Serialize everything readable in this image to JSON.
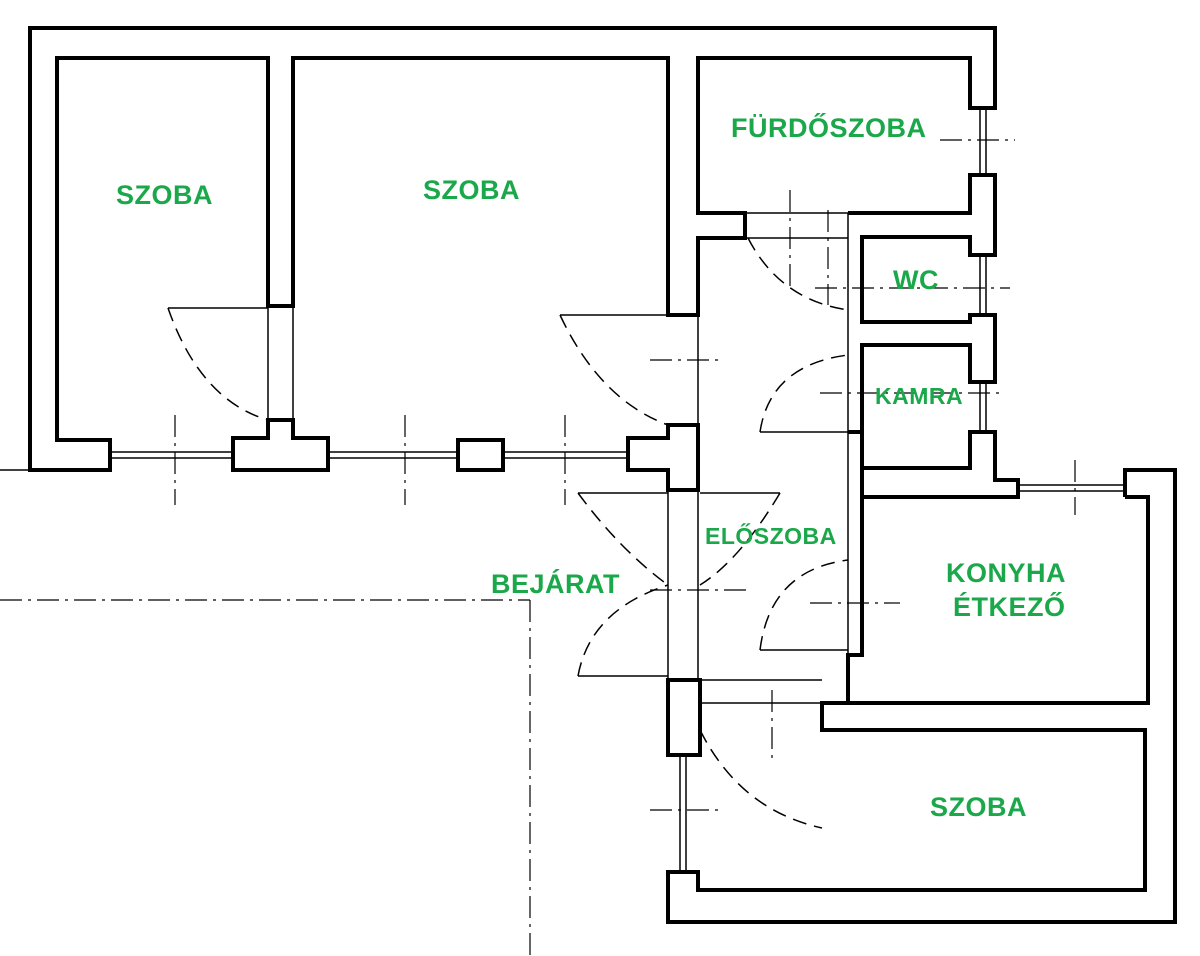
{
  "colors": {
    "label": "#1aa84a",
    "wall": "#000000"
  },
  "rooms": {
    "room_left": "SZOBA",
    "room_middle": "SZOBA",
    "bathroom": "FÜRDŐSZOBA",
    "wc": "WC",
    "pantry": "KAMRA",
    "hall": "ELŐSZOBA",
    "entrance": "BEJÁRAT",
    "kitchen_line1": "KONYHA",
    "kitchen_line2": "ÉTKEZŐ",
    "room_bottom": "SZOBA"
  }
}
